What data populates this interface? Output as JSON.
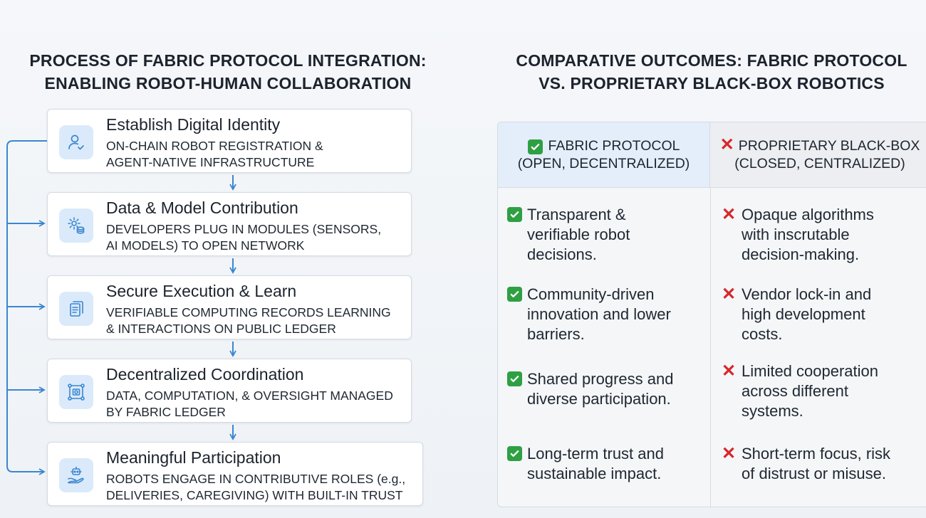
{
  "left_title": {
    "line1": "PROCESS OF FABRIC PROTOCOL INTEGRATION:",
    "line2": "ENABLING ROBOT-HUMAN COLLABORATION"
  },
  "right_title": {
    "line1": "COMPARATIVE OUTCOMES: FABRIC PROTOCOL",
    "line2": "VS. PROPRIETARY BLACK-BOX ROBOTICS"
  },
  "steps": [
    {
      "title": "Establish Digital Identity",
      "desc1": "ON-CHAIN ROBOT REGISTRATION &",
      "desc2": "AGENT-NATIVE INFRASTRUCTURE",
      "icon": "user-check-icon"
    },
    {
      "title": "Data & Model Contribution",
      "desc1": "DEVELOPERS PLUG IN MODULES (SENSORS,",
      "desc2": "AI MODELS) TO OPEN NETWORK",
      "icon": "gear-database-icon"
    },
    {
      "title": "Secure Execution & Learn",
      "desc1": "VERIFIABLE COMPUTING RECORDS LEARNING",
      "desc2": "& INTERACTIONS ON PUBLIC LEDGER",
      "icon": "document-copy-icon"
    },
    {
      "title": "Decentralized Coordination",
      "desc1": "DATA, COMPUTATION, & OVERSIGHT MANAGED",
      "desc2": "BY FABRIC LEDGER",
      "icon": "network-nodes-icon"
    },
    {
      "title": "Meaningful Participation",
      "desc1": "ROBOTS ENGAGE IN CONTRIBUTIVE ROLES (e.g.,",
      "desc2": "DELIVERIES, CAREGIVING) WITH BUILT-IN TRUST",
      "icon": "robot-hand-icon"
    }
  ],
  "comparison": {
    "fabric": {
      "header1": "FABRIC PROTOCOL",
      "header2": "(OPEN, DECENTRALIZED)",
      "items": [
        {
          "l1": "Transparent &",
          "l2": "verifiable robot",
          "l3": "decisions."
        },
        {
          "l1": "Community-driven",
          "l2": "innovation and lower",
          "l3": "barriers."
        },
        {
          "l1": "Shared progress and",
          "l2": "diverse participation.",
          "l3": ""
        },
        {
          "l1": "Long-term trust and",
          "l2": "sustainable impact.",
          "l3": ""
        }
      ]
    },
    "proprietary": {
      "header1": "PROPRIETARY BLACK-BOX",
      "header2": "(CLOSED, CENTRALIZED)",
      "items": [
        {
          "l1": "Opaque algorithms",
          "l2": "with inscrutable",
          "l3": "decision-making."
        },
        {
          "l1": "Vendor lock-in and",
          "l2": "high development",
          "l3": "costs."
        },
        {
          "l1": "Limited cooperation",
          "l2": "across different",
          "l3": "systems."
        },
        {
          "l1": "Short-term focus, risk",
          "l2": "of distrust or misuse.",
          "l3": ""
        }
      ]
    }
  },
  "symbols": {
    "check": "check-icon",
    "cross": "✕"
  },
  "colors": {
    "accent": "#3a86d0",
    "check_green": "#2ea043",
    "cross_red": "#d8262b",
    "icon_bg": "#dbeafa",
    "fabric_header_bg": "#e3eefa"
  }
}
